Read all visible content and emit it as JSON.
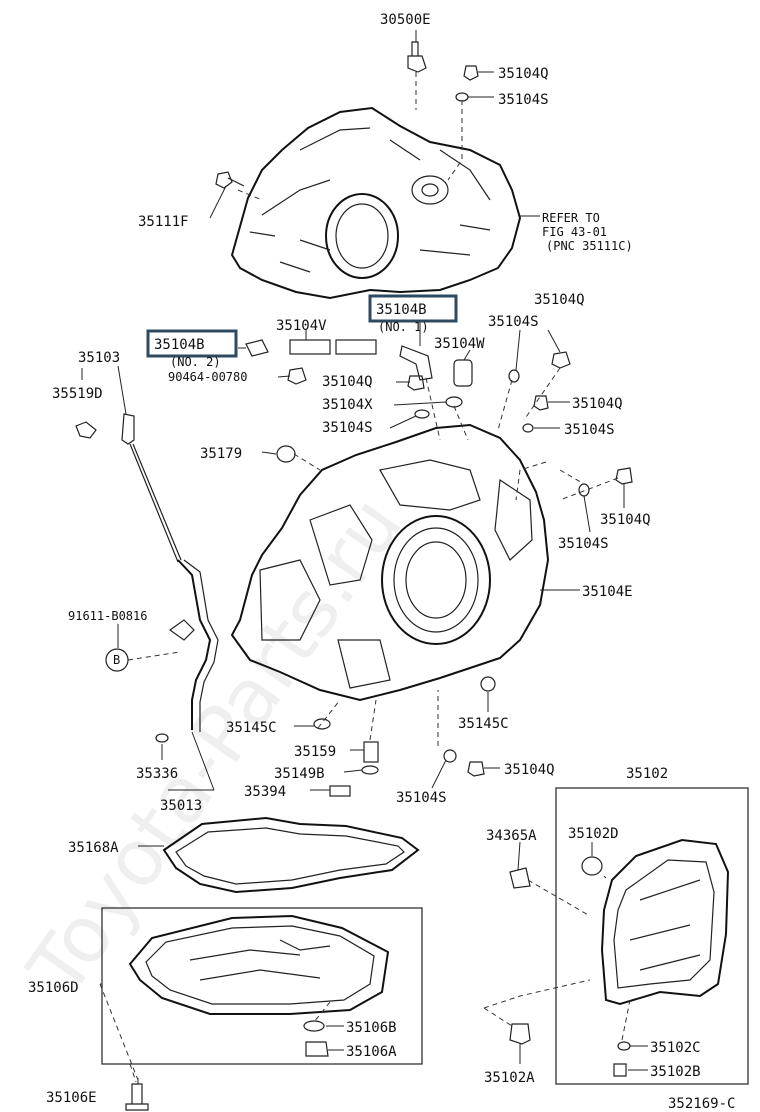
{
  "diagram": {
    "figure_code": "352169-C",
    "watermark": "Toyota-Parts.ru",
    "refer_note": [
      "REFER TO",
      "FIG 43-01",
      "(PNC 35111C)"
    ],
    "highlight_color": "#2e4a60",
    "parts": {
      "p30500E": "30500E",
      "p35104Q_top": "35104Q",
      "p35104S_top": "35104S",
      "p35111F": "35111F",
      "p35104B_no1": "35104B",
      "p35104B_no1_sub": "(NO. 1)",
      "p35104V": "35104V",
      "p35104B_no2": "35104B",
      "p35104B_no2_sub": "(NO. 2)",
      "p35104Q_r1": "35104Q",
      "p35104S_r1": "35104S",
      "p35104W": "35104W",
      "p35103": "35103",
      "p35519D": "35519D",
      "p90464": "90464-00780",
      "p35104Q_mid": "35104Q",
      "p35104X": "35104X",
      "p35104S_mid": "35104S",
      "p35104Q_r2": "35104Q",
      "p35104S_r2": "35104S",
      "p35179": "35179",
      "p35104Q_r3": "35104Q",
      "p35104S_r3": "35104S",
      "p35104E": "35104E",
      "p91611": "91611-B0816",
      "circle_b": "B",
      "p35145C_l": "35145C",
      "p35145C_r": "35145C",
      "p35159": "35159",
      "p35336": "35336",
      "p35149B": "35149B",
      "p35104Q_low": "35104Q",
      "p35394": "35394",
      "p35104S_low": "35104S",
      "p35013": "35013",
      "p35102": "35102",
      "p35168A": "35168A",
      "p34365A": "34365A",
      "p35102D": "35102D",
      "p35106D": "35106D",
      "p35106B": "35106B",
      "p35106A": "35106A",
      "p35102C": "35102C",
      "p35102B": "35102B",
      "p35106E": "35106E",
      "p35102A": "35102A"
    }
  }
}
